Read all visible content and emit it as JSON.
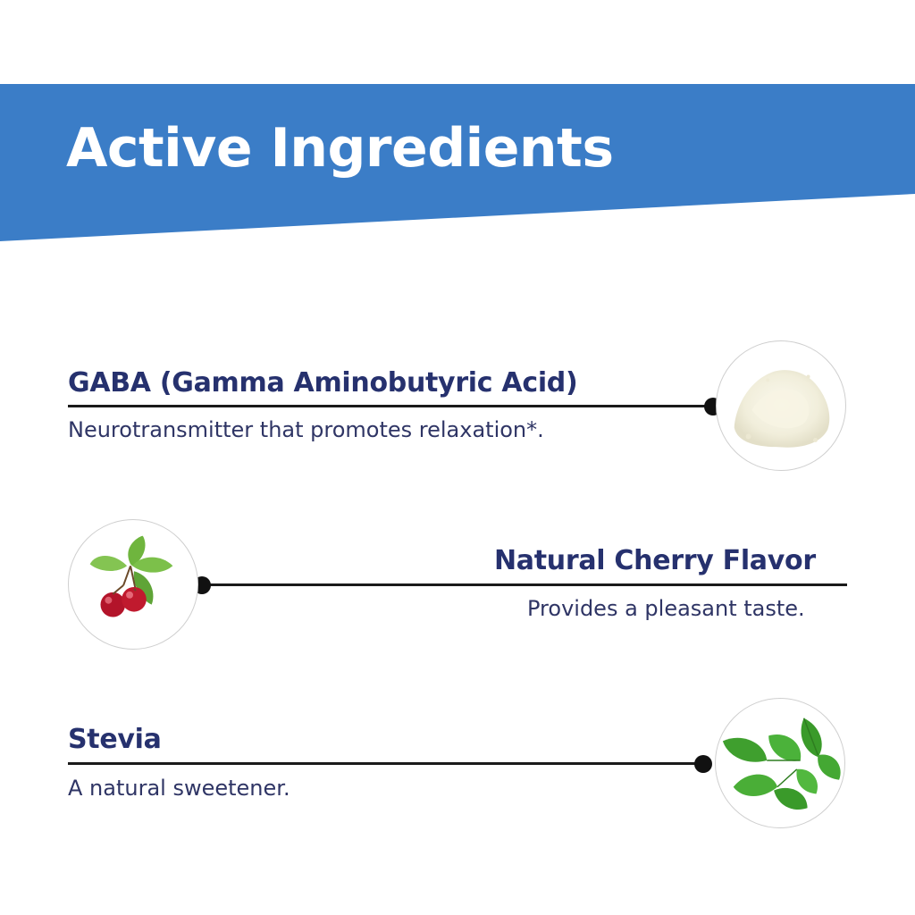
{
  "banner": {
    "title": "Active Ingredients",
    "color": "#3b7dc7"
  },
  "ingredients": [
    {
      "name": "GABA (Gamma Aminobutyric Acid)",
      "description": "Neurotransmitter that promotes relaxation*.",
      "icon": "powder-icon"
    },
    {
      "name": "Natural Cherry Flavor",
      "description": "Provides a pleasant taste.",
      "icon": "cherry-icon"
    },
    {
      "name": "Stevia",
      "description": "A natural sweetener.",
      "icon": "stevia-leaf-icon"
    }
  ],
  "colors": {
    "heading": "#26316e",
    "text": "#2f3565",
    "line": "#1a1a1a"
  }
}
